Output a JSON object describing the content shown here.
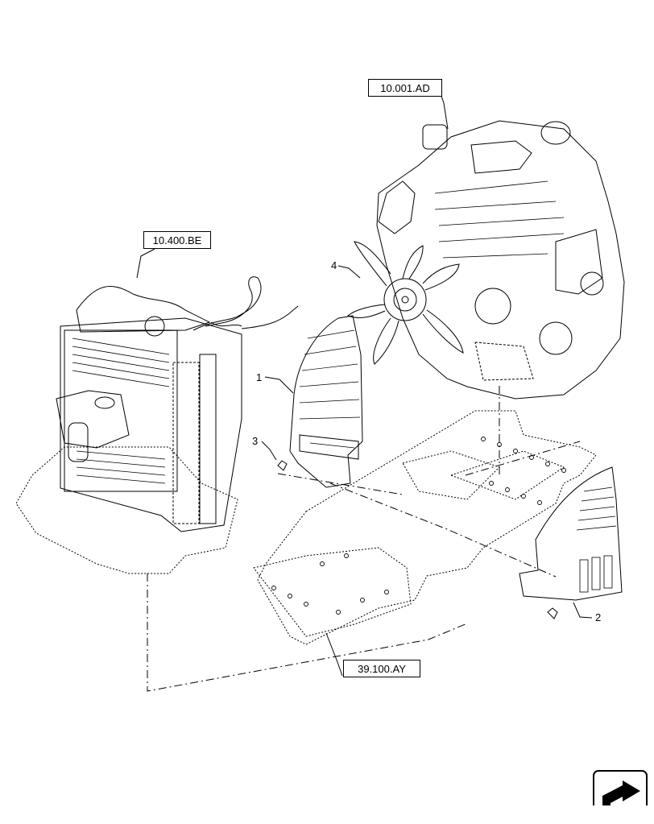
{
  "references": {
    "engine": "10.001.AD",
    "cooling_package": "10.400.BE",
    "frame": "39.100.AY"
  },
  "callouts": {
    "shield_left": "1",
    "shield_right": "2",
    "bolt": "3",
    "fan": "4"
  },
  "icons": {
    "navigation": "arrow-box-icon"
  },
  "colors": {
    "line": "#000000",
    "background": "#ffffff"
  }
}
